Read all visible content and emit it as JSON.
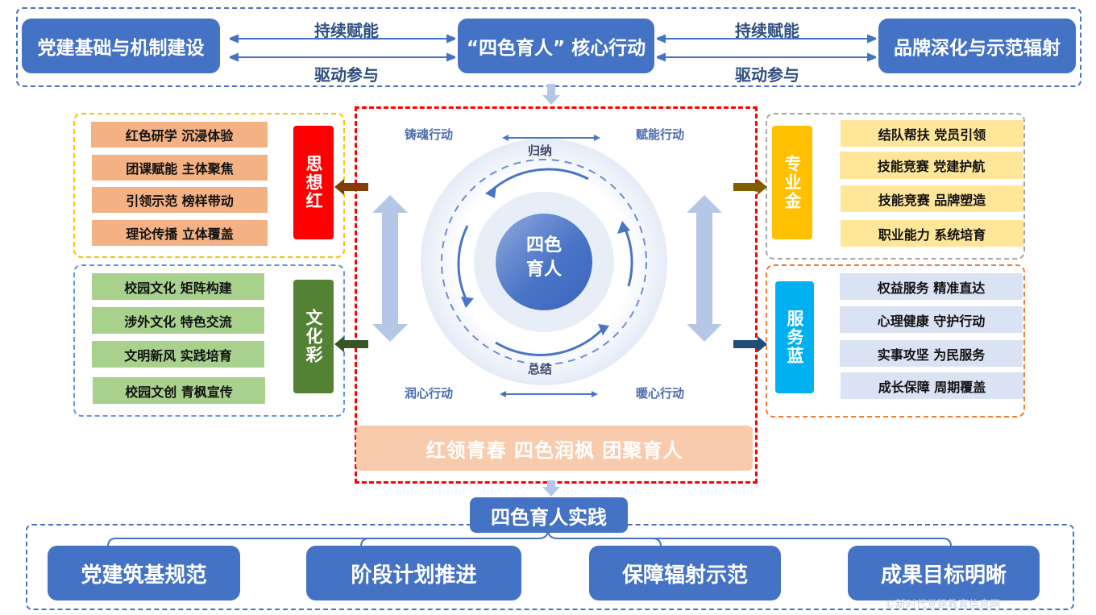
{
  "top": {
    "left_box": "党建基础与机制建设",
    "center_box": "“四色育人” 核心行动",
    "right_box": "品牌深化与示范辐射",
    "left_upper_label": "持续赋能",
    "left_lower_label": "驱动参与",
    "right_upper_label": "持续赋能",
    "right_lower_label": "驱动参与"
  },
  "left_panels": [
    {
      "title": "思想红",
      "color": "#ff0000",
      "items": [
        "红色研学 沉浸体验",
        "团课赋能 主体聚焦",
        "引领示范 榜样带动",
        "理论传播 立体覆盖"
      ]
    },
    {
      "title": "文化彩",
      "color": "#548235",
      "items": [
        "校园文化 矩阵构建",
        "涉外文化 特色交流",
        "文明新风 实践培育",
        "校园文创 青枫宣传"
      ]
    }
  ],
  "right_panels": [
    {
      "title": "专业金",
      "color": "#ffc000",
      "items": [
        "结队帮扶 党员引领",
        "技能竞赛 党建护航",
        "技能竞赛 品牌塑造",
        "职业能力 系统培育"
      ]
    },
    {
      "title": "服务蓝",
      "color": "#00b0f0",
      "items": [
        "权益服务 精准直达",
        "心理健康 守护行动",
        "实事攻坚 为民服务",
        "成长保障 周期覆盖"
      ]
    }
  ],
  "center": {
    "core": [
      "四色",
      "育人"
    ],
    "actions": {
      "top_left": "铸魂行动",
      "top_right": "赋能行动",
      "bottom_left": "润心行动",
      "bottom_right": "暖心行动"
    },
    "top_label": "归纳",
    "bottom_label": "总结",
    "slogan": "红领青春 四色润枫 团聚育人"
  },
  "bottom": {
    "title": "四色育人实践",
    "boxes": [
      "党建筑基规范",
      "阶段计划推进",
      "保障辐射示范",
      "成果目标明晰"
    ],
    "watermark": "©新时代党建教育信息网"
  },
  "colors": {
    "navy": "#4472c4",
    "dashed_red": "#ff0000",
    "slogan_bg": "#f8cbad"
  }
}
